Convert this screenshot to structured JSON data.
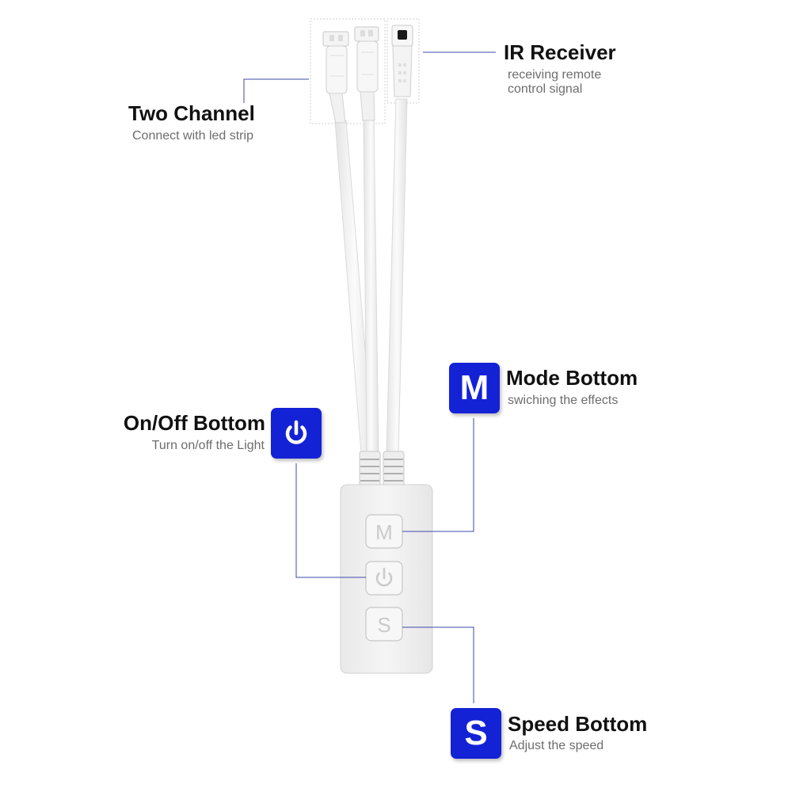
{
  "callouts": {
    "ir_receiver": {
      "title": "IR Receiver",
      "sub_line1": "receiving remote",
      "sub_line2": "control signal"
    },
    "two_channel": {
      "title": "Two Channel",
      "sub": "Connect with led strip"
    },
    "mode": {
      "title": "Mode Bottom",
      "sub": "swiching the effects",
      "badge_letter": "M"
    },
    "onoff": {
      "title": "On/Off Bottom",
      "sub": "Turn on/off the Light",
      "badge_icon": "power-icon"
    },
    "speed": {
      "title": "Speed Bottom",
      "sub": "Adjust the speed",
      "badge_letter": "S"
    }
  },
  "controller": {
    "button_m_label": "M",
    "button_power_icon": "power-icon",
    "button_s_label": "S"
  },
  "colors": {
    "accent": "#1422d6",
    "leader_line": "#3e48a8",
    "title_text": "#111111",
    "subtitle_text": "#6d6d6d"
  }
}
